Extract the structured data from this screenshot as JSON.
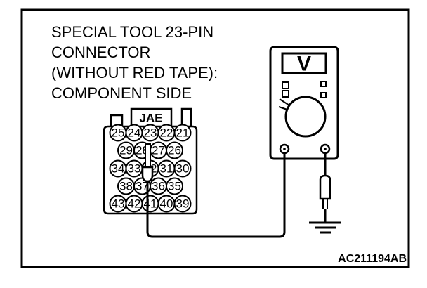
{
  "caption": {
    "lines": [
      "SPECIAL TOOL 23-PIN",
      "CONNECTOR",
      "(WITHOUT RED TAPE):",
      "COMPONENT SIDE"
    ]
  },
  "connector": {
    "label": "JAE",
    "rows": [
      [
        "25",
        "24",
        "23",
        "22",
        "21"
      ],
      [
        "29",
        "28",
        "27",
        "26"
      ],
      [
        "34",
        "33",
        "32",
        "31",
        "30"
      ],
      [
        "38",
        "37",
        "36",
        "35"
      ],
      [
        "43",
        "42",
        "41",
        "40",
        "39"
      ]
    ]
  },
  "meter": {
    "mode": "V"
  },
  "reference_id": "AC211194AB"
}
